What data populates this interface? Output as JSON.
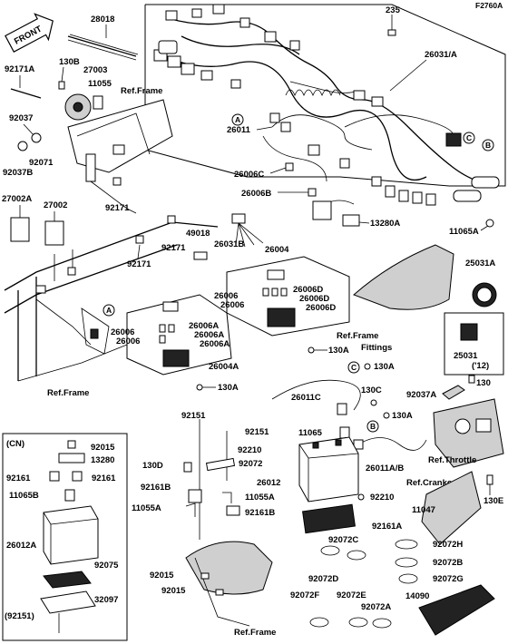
{
  "figure_code": "F2760A",
  "front_arrow": "FRONT",
  "parts": {
    "p235": "235",
    "p26031A": "26031/A",
    "p28018": "28018",
    "p92171A": "92171A",
    "p130B": "130B",
    "p27003": "27003",
    "p11055": "11055",
    "p92037": "92037",
    "p92071": "92071",
    "p92037B": "92037B",
    "p26011": "26011",
    "p26006C": "26006C",
    "p26006B": "26006B",
    "p13280A": "13280A",
    "p11065A": "11065A",
    "p92171_1": "92171",
    "p27002A": "27002A",
    "p27002": "27002",
    "p49018": "49018",
    "p92171_2": "92171",
    "p26031B": "26031B",
    "p92171_3": "92171",
    "p26004": "26004",
    "p26006_1": "26006",
    "p26006_2": "26006",
    "p26006D_1": "26006D",
    "p26006D_2": "26006D",
    "p26006D_3": "26006D",
    "p26006_3": "26006",
    "p26006_4": "26006",
    "p26006A_1": "26006A",
    "p26006A_2": "26006A",
    "p26006A_3": "26006A",
    "p130A_1": "130A",
    "p26004A": "26004A",
    "p130A_2": "130A",
    "p25031A": "25031A",
    "p25031": "25031",
    "p25031_note": "('12)",
    "p130A_3": "130A",
    "p130": "130",
    "p92037A": "92037A",
    "p130C": "130C",
    "p26011C": "26011C",
    "p130A_4": "130A",
    "p11065": "11065",
    "p26011AB": "26011A/B",
    "p92151_1": "92151",
    "p92151_2": "92151",
    "p92210_1": "92210",
    "p130D": "130D",
    "p92072": "92072",
    "p92161B_1": "92161B",
    "p26012": "26012",
    "p11055A_1": "11055A",
    "p11055A_2": "11055A",
    "p92161B_2": "92161B",
    "p92210_2": "92210",
    "p92161A": "92161A",
    "p130E": "130E",
    "p11047": "11047",
    "p92072C": "92072C",
    "p92072H": "92072H",
    "p92072D": "92072D",
    "p92072B": "92072B",
    "p92072G": "92072G",
    "p92072F": "92072F",
    "p92072E": "92072E",
    "p92072A": "92072A",
    "p14090": "14090",
    "p92015_1": "92015",
    "p92015_2": "92015"
  },
  "callouts": {
    "A1": "A",
    "A2": "A",
    "B1": "B",
    "B2": "B",
    "C1": "C",
    "C2": "C"
  },
  "refs": {
    "frame1": "Ref.Frame",
    "frame2": "Ref.Frame",
    "frame3": "Ref.Frame",
    "frame_fittings_1": "Ref.Frame",
    "frame_fittings_2": "Fittings",
    "throttle": "Ref.Throttle",
    "crankcase": "Ref.Crankcase"
  },
  "cn_box": {
    "title": "(CN)",
    "p92015": "92015",
    "p13280": "13280",
    "p92161_1": "92161",
    "p92161_2": "92161",
    "p11065B": "11065B",
    "p26012A": "26012A",
    "p92075": "92075",
    "p32097": "32097",
    "p92151": "(92151)"
  }
}
